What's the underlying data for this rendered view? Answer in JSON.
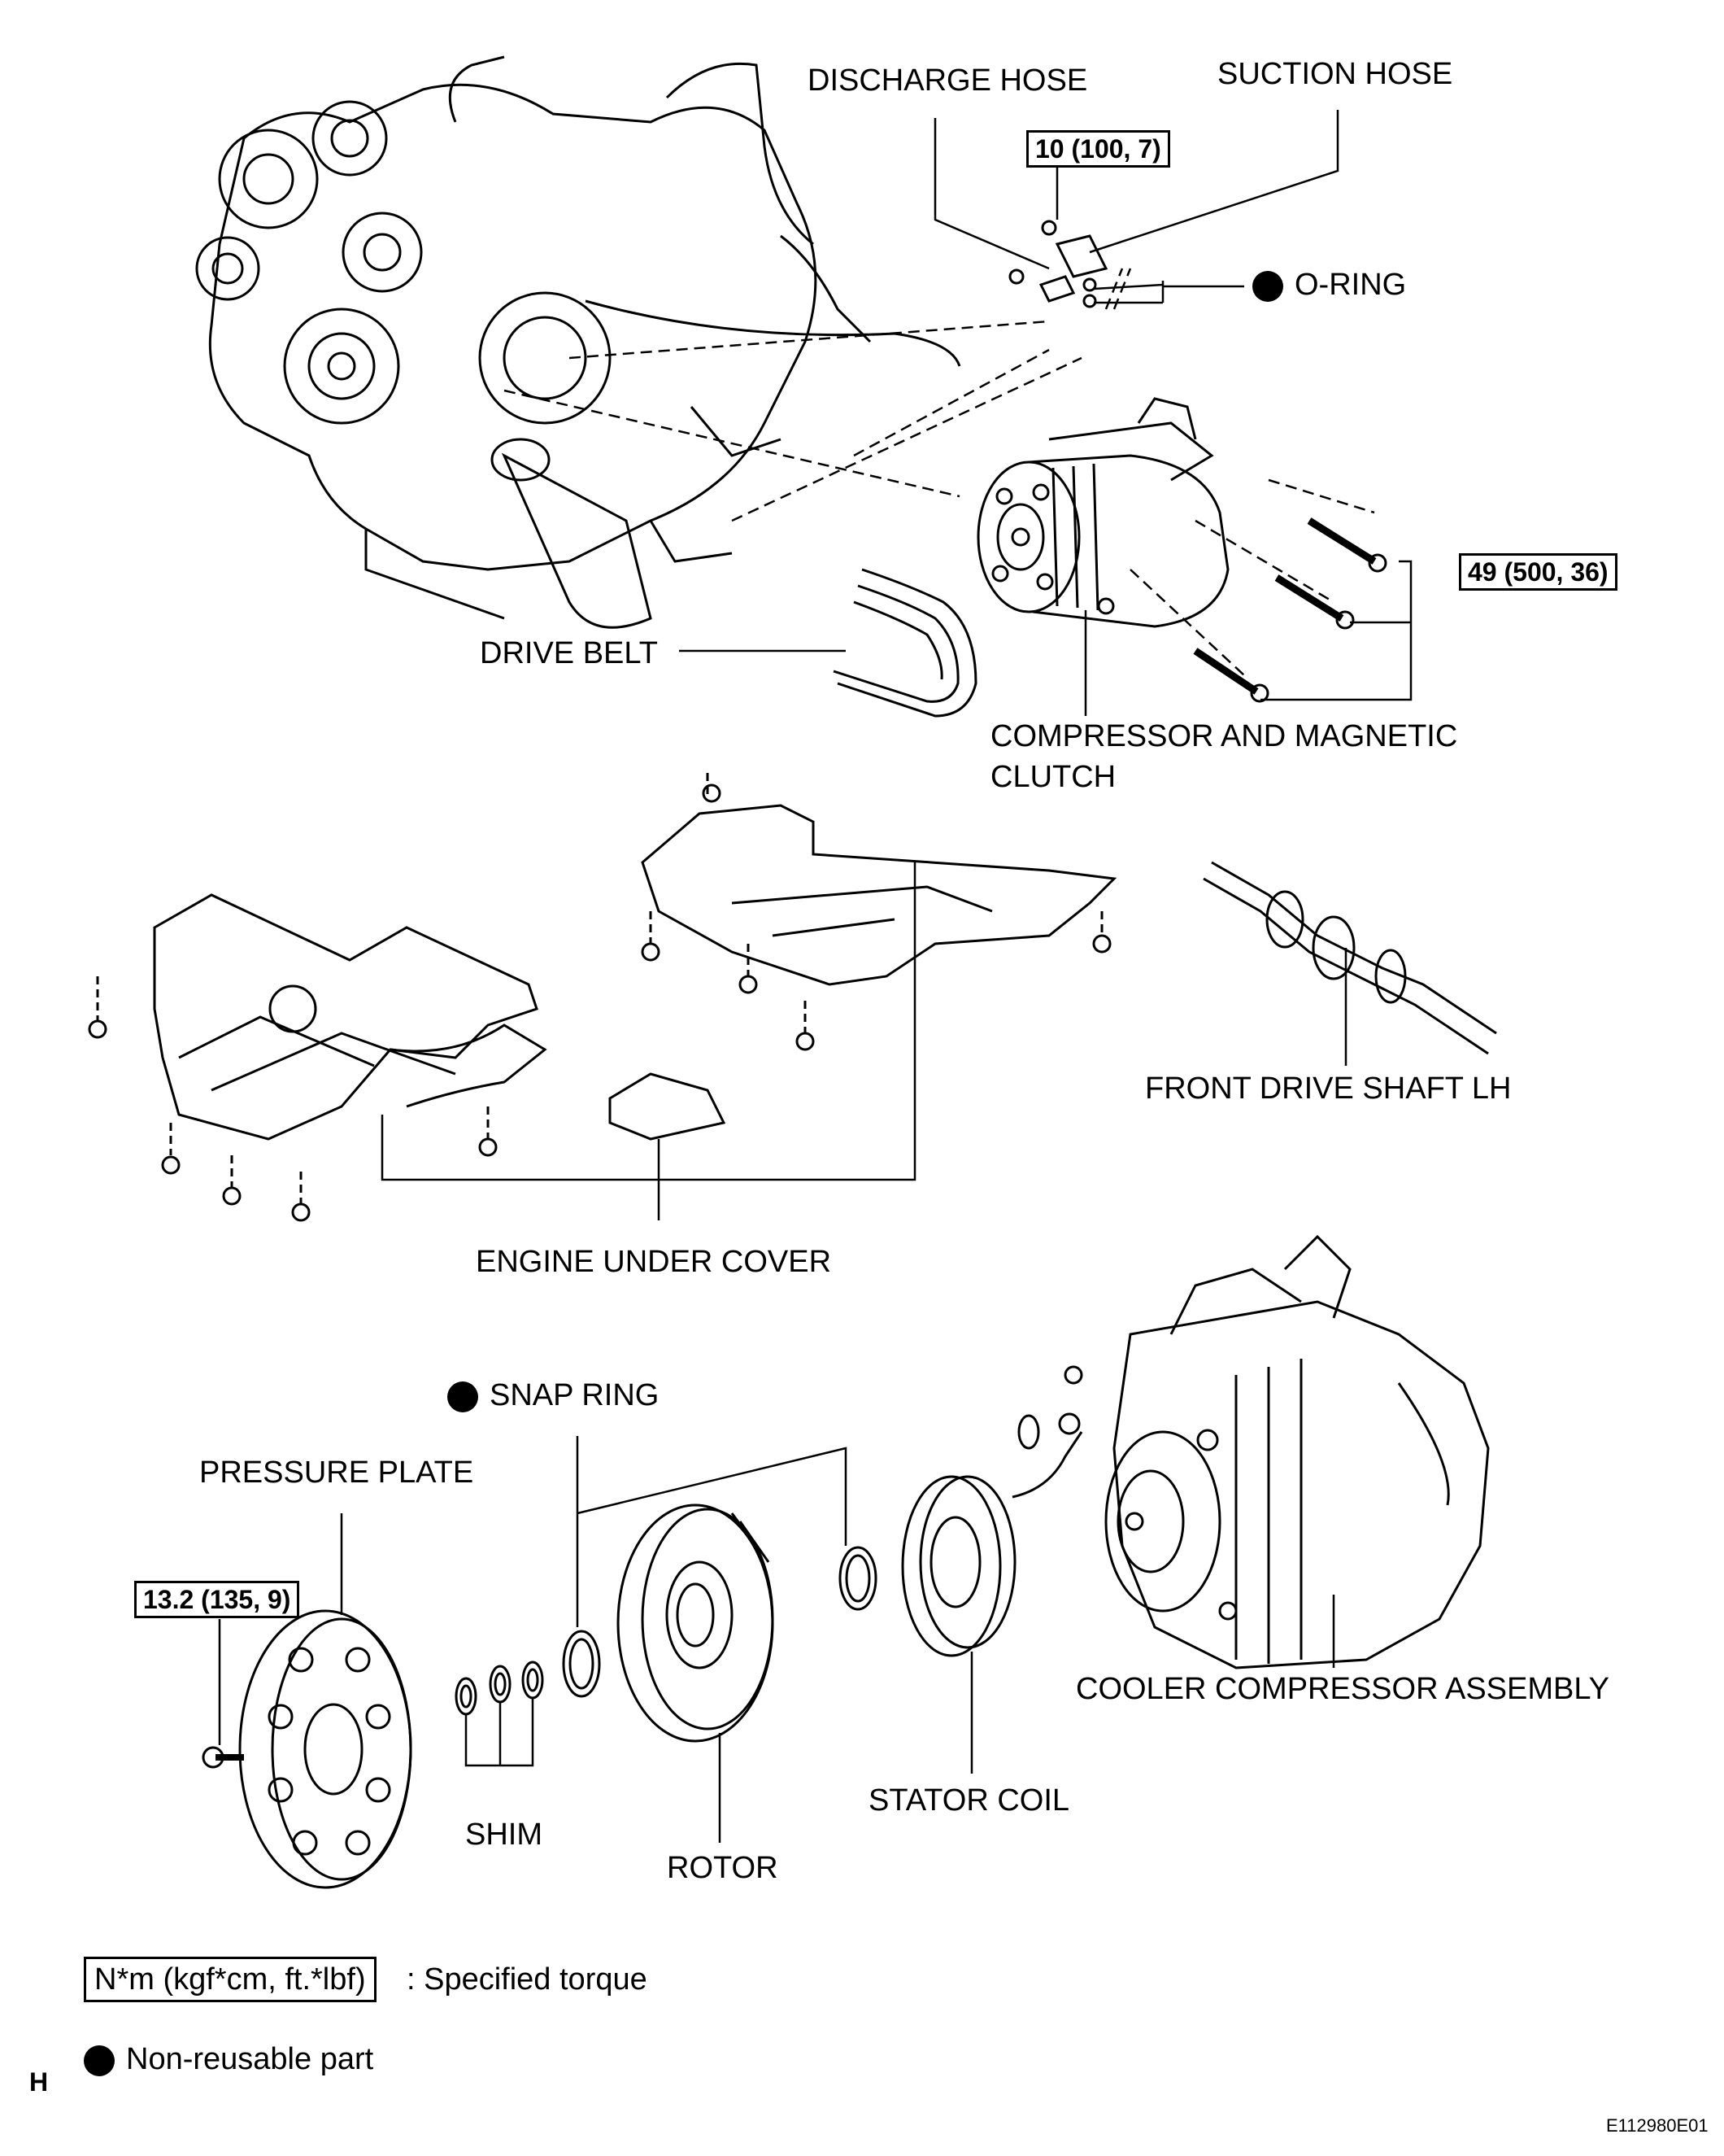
{
  "labels": {
    "discharge_hose": "DISCHARGE HOSE",
    "suction_hose": "SUCTION HOSE",
    "o_ring": "O-RING",
    "drive_belt": "DRIVE BELT",
    "compressor_line1": "COMPRESSOR AND MAGNETIC",
    "compressor_line2": "CLUTCH",
    "front_drive_shaft": "FRONT DRIVE SHAFT LH",
    "engine_under_cover": "ENGINE UNDER COVER",
    "snap_ring": "SNAP RING",
    "pressure_plate": "PRESSURE PLATE",
    "shim": "SHIM",
    "rotor": "ROTOR",
    "stator_coil": "STATOR COIL",
    "cooler_compressor": "COOLER COMPRESSOR ASSEMBLY"
  },
  "torques": {
    "hose_bolts": "10 (100, 7)",
    "compressor_bolts": "49 (500, 36)",
    "pressure_plate_bolt": "13.2 (135, 9)"
  },
  "legend": {
    "torque_unit": "N*m (kgf*cm, ft.*lbf)",
    "torque_text": ": Specified torque",
    "nonreusable_text": "Non-reusable part"
  },
  "footer": {
    "corner_letter": "H",
    "figure_id": "E112980E01"
  }
}
